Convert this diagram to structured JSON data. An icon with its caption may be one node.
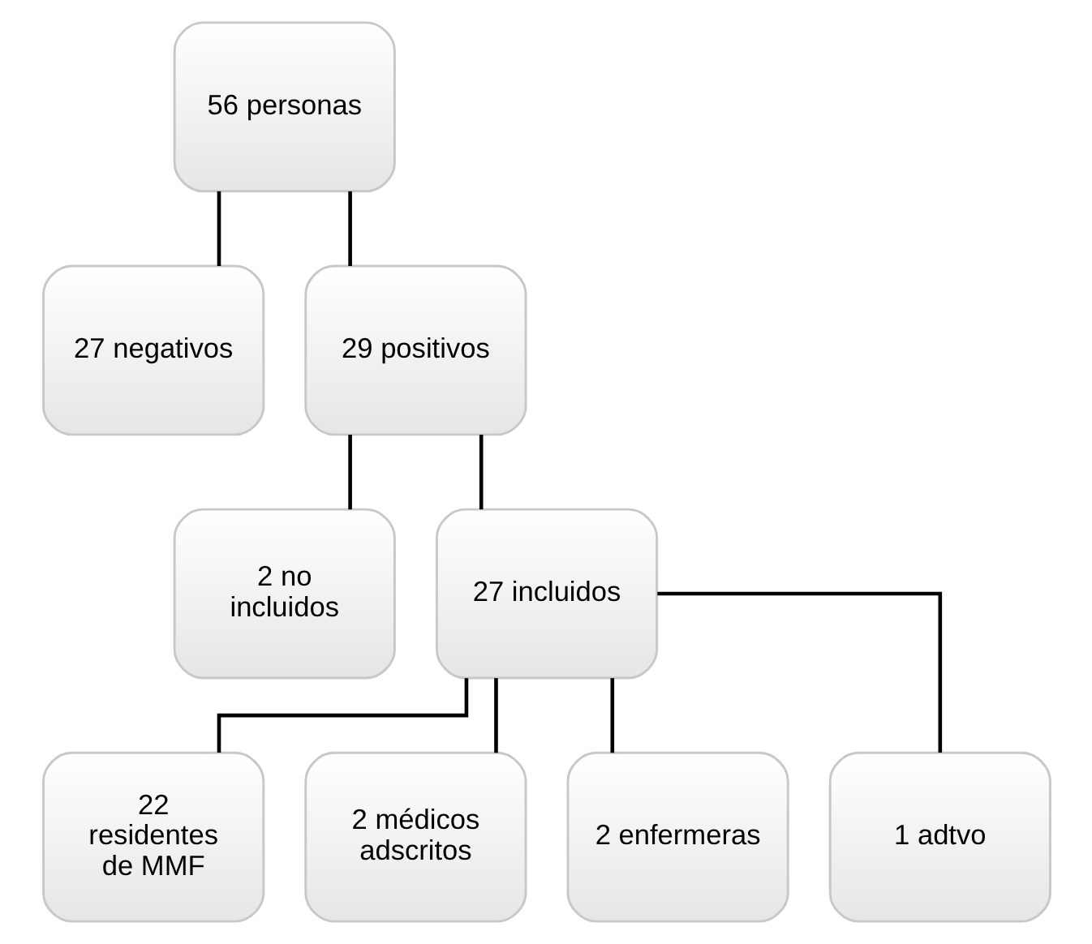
{
  "diagram": {
    "nodes": [
      {
        "text": [
          "56 personas"
        ]
      },
      {
        "text": [
          "27 negativos"
        ]
      },
      {
        "text": [
          "29 positivos"
        ]
      },
      {
        "text": [
          "2 no incluidos"
        ]
      },
      {
        "text": [
          "27 incluidos"
        ]
      },
      {
        "text": [
          "22 residentes de MMF"
        ]
      },
      {
        "text": [
          "2 médicos adscritos"
        ]
      },
      {
        "text": [
          "2 enfermeras"
        ]
      },
      {
        "text": [
          "1 adtvo"
        ]
      }
    ],
    "edges": [
      {
        "from": 0,
        "to": 1,
        "arrow": "none"
      },
      {
        "from": 0,
        "to": 2,
        "arrow": "none"
      },
      {
        "from": 2,
        "to": 3,
        "arrow": "none"
      },
      {
        "from": 2,
        "to": 4,
        "arrow": "none"
      },
      {
        "from": 4,
        "to": 5,
        "arrow": "none"
      },
      {
        "from": 4,
        "to": 6,
        "arrow": "none"
      },
      {
        "from": 4,
        "to": 7,
        "arrow": "none"
      },
      {
        "from": 4,
        "to": 8,
        "arrow": "none"
      }
    ]
  }
}
